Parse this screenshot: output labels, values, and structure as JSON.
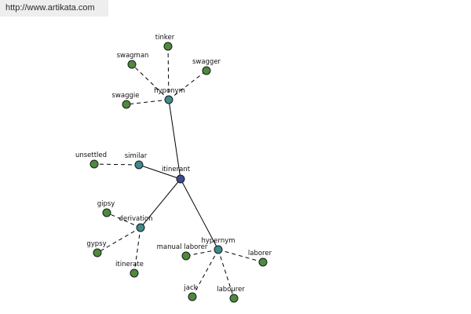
{
  "header": {
    "url": "http://www.artikata.com"
  },
  "colors": {
    "center": "#3f4a8f",
    "relation": "#3f8a8a",
    "leaf": "#4d8a3d"
  },
  "graph": {
    "nodes": [
      {
        "id": "itinerant",
        "label": "itinerant",
        "kind": "center"
      },
      {
        "id": "hyponym",
        "label": "hyponym",
        "kind": "relation"
      },
      {
        "id": "similar",
        "label": "similar",
        "kind": "relation"
      },
      {
        "id": "derivation",
        "label": "derivation",
        "kind": "relation"
      },
      {
        "id": "hypernym",
        "label": "hypernym",
        "kind": "relation"
      },
      {
        "id": "tinker",
        "label": "tinker",
        "kind": "leaf"
      },
      {
        "id": "swagman",
        "label": "swagman",
        "kind": "leaf"
      },
      {
        "id": "swagger",
        "label": "swagger",
        "kind": "leaf"
      },
      {
        "id": "swaggie",
        "label": "swaggie",
        "kind": "leaf"
      },
      {
        "id": "unsettled",
        "label": "unsettled",
        "kind": "leaf"
      },
      {
        "id": "gipsy",
        "label": "gipsy",
        "kind": "leaf"
      },
      {
        "id": "gypsy",
        "label": "gypsy",
        "kind": "leaf"
      },
      {
        "id": "itinerate",
        "label": "itinerate",
        "kind": "leaf"
      },
      {
        "id": "manual-laborer",
        "label": "manual laborer",
        "kind": "leaf"
      },
      {
        "id": "laborer",
        "label": "laborer",
        "kind": "leaf"
      },
      {
        "id": "jack",
        "label": "jack",
        "kind": "leaf"
      },
      {
        "id": "labourer",
        "label": "labourer",
        "kind": "leaf"
      }
    ],
    "edges": [
      {
        "from": "itinerant",
        "to": "hyponym",
        "style": "solid"
      },
      {
        "from": "itinerant",
        "to": "similar",
        "style": "solid"
      },
      {
        "from": "itinerant",
        "to": "derivation",
        "style": "solid"
      },
      {
        "from": "itinerant",
        "to": "hypernym",
        "style": "solid"
      },
      {
        "from": "hyponym",
        "to": "tinker",
        "style": "dashed"
      },
      {
        "from": "hyponym",
        "to": "swagman",
        "style": "dashed"
      },
      {
        "from": "hyponym",
        "to": "swagger",
        "style": "dashed"
      },
      {
        "from": "hyponym",
        "to": "swaggie",
        "style": "dashed"
      },
      {
        "from": "similar",
        "to": "unsettled",
        "style": "dashed"
      },
      {
        "from": "derivation",
        "to": "gipsy",
        "style": "dashed"
      },
      {
        "from": "derivation",
        "to": "gypsy",
        "style": "dashed"
      },
      {
        "from": "derivation",
        "to": "itinerate",
        "style": "dashed"
      },
      {
        "from": "hypernym",
        "to": "manual-laborer",
        "style": "dashed"
      },
      {
        "from": "hypernym",
        "to": "laborer",
        "style": "dashed"
      },
      {
        "from": "hypernym",
        "to": "jack",
        "style": "dashed"
      },
      {
        "from": "hypernym",
        "to": "labourer",
        "style": "dashed"
      }
    ]
  }
}
